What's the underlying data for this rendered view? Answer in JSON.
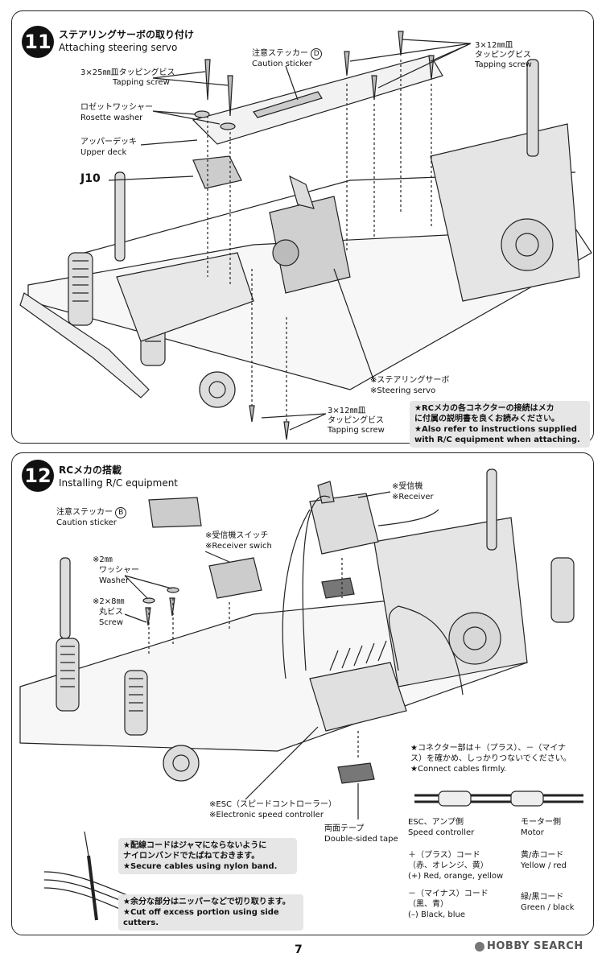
{
  "step11": {
    "number": "11",
    "title_jp": "ステアリングサーボの取り付け",
    "title_en": "Attaching steering servo",
    "screw_left_jp": "3×25㎜皿タッピングビス",
    "screw_left_en": "Tapping screw",
    "caution_sticker_jp": "注意ステッカー",
    "caution_sticker_letter": "D",
    "caution_sticker_en": "Caution sticker",
    "screw_right_jp1": "3×12㎜皿",
    "screw_right_jp2": "タッピングビス",
    "screw_right_en": "Tapping screw",
    "rosette_jp": "ロゼットワッシャー",
    "rosette_en": "Rosette washer",
    "upper_deck_jp": "アッパーデッキ",
    "upper_deck_en": "Upper deck",
    "j10": "J10",
    "servo_jp": "※ステアリングサーボ",
    "servo_en": "※Steering servo",
    "screw_bottom_jp1": "3×12㎜皿",
    "screw_bottom_jp2": "タッピングビス",
    "screw_bottom_en": "Tapping screw",
    "note_jp1": "★RCメカの各コネクターの接続はメカ",
    "note_jp2": "に付属の説明書を良くお読みください。",
    "note_en1": "★Also refer to instructions supplied",
    "note_en2": "with R/C equipment when attaching."
  },
  "step12": {
    "number": "12",
    "title_jp": "RCメカの搭載",
    "title_en": "Installing R/C equipment",
    "caution_sticker_jp": "注意ステッカー",
    "caution_sticker_letter": "B",
    "caution_sticker_en": "Caution sticker",
    "receiver_switch_jp": "※受信機スイッチ",
    "receiver_switch_en": "※Receiver swich",
    "washer_jp1": "※2㎜",
    "washer_jp2": "ワッシャー",
    "washer_en": "Washer",
    "screw_jp1": "※2×8㎜",
    "screw_jp2": "丸ビス",
    "screw_en": "Screw",
    "receiver_jp": "※受信機",
    "receiver_en": "※Receiver",
    "connector_jp1": "★コネクター部は＋（プラス）、－（マイナ",
    "connector_jp2": "ス）を確かめ、しっかりつないでください。",
    "connector_en": "★Connect cables firmly.",
    "esc_jp": "※ESC（スピードコントローラー）",
    "esc_en": "※Electronic speed controller",
    "tape_jp": "両面テープ",
    "tape_en": "Double-sided tape",
    "esc_side_jp": "ESC、アンプ側",
    "esc_side_en": "Speed controller",
    "motor_side_jp": "モーター側",
    "motor_side_en": "Motor",
    "plus_jp1": "＋（プラス）コード",
    "plus_jp2": "（赤、オレンジ、黄）",
    "plus_en": "(+) Red, orange, yellow",
    "plus_motor_jp": "黄/赤コード",
    "plus_motor_en": "Yellow / red",
    "minus_jp1": "－（マイナス）コード",
    "minus_jp2": "（黒、青）",
    "minus_en": "(–) Black, blue",
    "minus_motor_jp": "緑/黒コード",
    "minus_motor_en": "Green / black",
    "band_jp1": "★配線コードはジャマにならないように",
    "band_jp2": "ナイロンバンドでたばねておきます。",
    "band_en": "★Secure cables using nylon band.",
    "cut_jp": "★余分な部分はニッパーなどで切り取ります。",
    "cut_en": "★Cut off excess portion using side cutters."
  },
  "page_number": "7",
  "watermark": "HOBBY SEARCH"
}
